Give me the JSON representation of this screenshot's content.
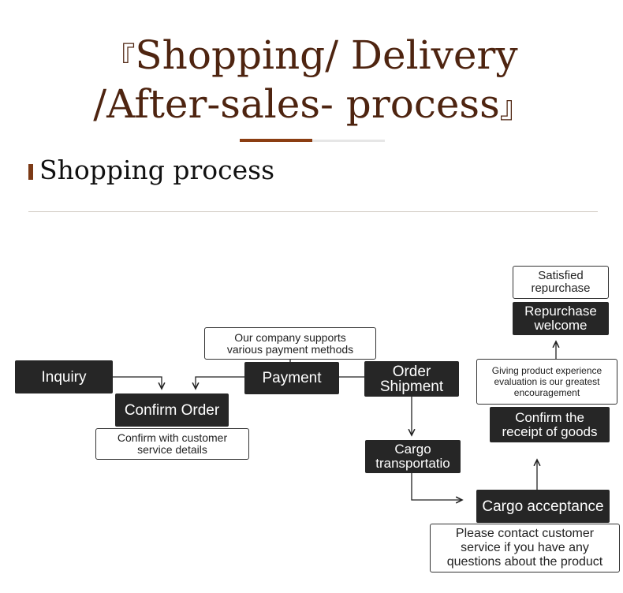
{
  "header": {
    "title_line1": "Shopping/ Delivery",
    "title_line2": "/After-sales- process",
    "open_bracket": "『",
    "close_bracket": "』"
  },
  "section": {
    "title": "Shopping process"
  },
  "flow": {
    "inquiry": "Inquiry",
    "confirm_order": "Confirm Order",
    "confirm_details_note": "Confirm with customer\nservice details",
    "payment": "Payment",
    "payment_note": "Our company supports\nvarious payment methods",
    "order_shipment": "Order\nShipment",
    "cargo_transport": "Cargo\ntransportatio",
    "cargo_acceptance": "Cargo acceptance",
    "acceptance_note": "Please contact customer\nservice if you have any\nquestions about the product",
    "confirm_receipt": "Confirm the\nreceipt of goods",
    "evaluation_note": "Giving product experience\nevaluation is our greatest\nencouragement",
    "repurchase": "Repurchase\nwelcome",
    "satisfied_note": "Satisfied\nrepurchase"
  },
  "colors": {
    "title": "#4e2410",
    "accent": "#8b3d12",
    "box": "#262626"
  }
}
